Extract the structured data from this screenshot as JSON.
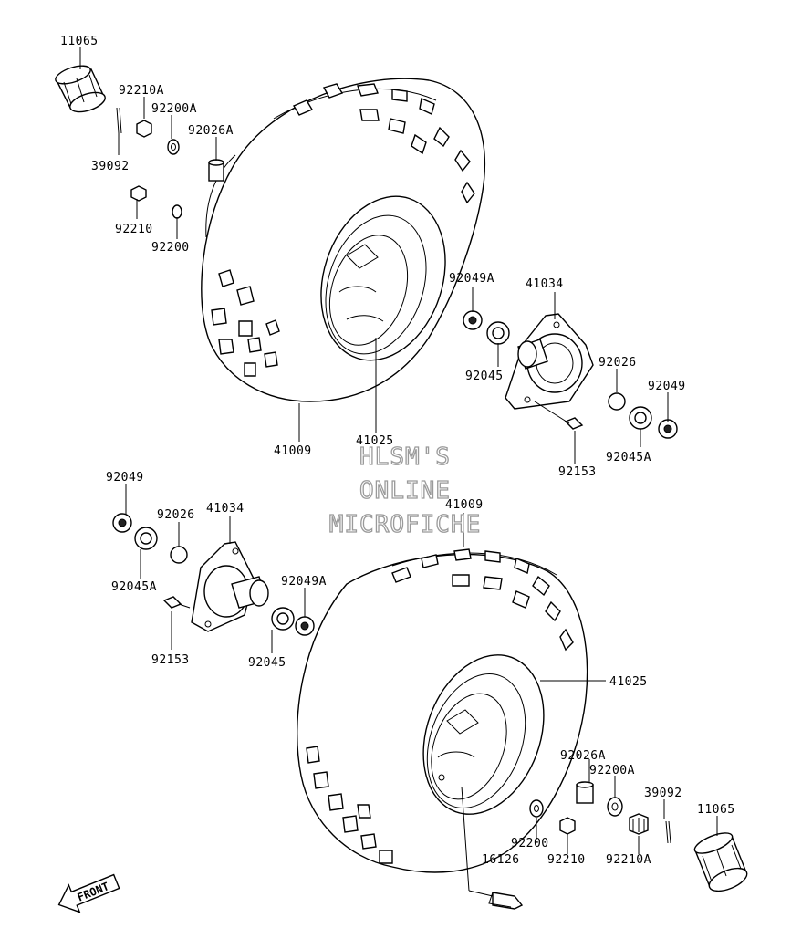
{
  "labels": {
    "top_left_cap": "11065",
    "top_nut_a": "92210A",
    "top_washer_a": "92200A",
    "top_cotter": "39092",
    "top_spacer_a": "92026A",
    "top_nut": "92210",
    "top_washer": "92200",
    "top_tire": "41009",
    "top_rim": "41025",
    "top_seal_a": "92049A",
    "top_hub": "41034",
    "top_bearing": "92045",
    "top_spacer": "92026",
    "top_seal": "92049",
    "top_bearing_a": "92045A",
    "top_bolt": "92153",
    "bot_seal": "92049",
    "bot_spacer": "92026",
    "bot_hub": "41034",
    "bot_bearing_a": "92045A",
    "bot_bolt": "92153",
    "bot_seal_a": "92049A",
    "bot_bearing": "92045",
    "bot_tire": "41009",
    "bot_rim": "41025",
    "bot_spacer_a": "92026A",
    "bot_washer_a": "92200A",
    "bot_cotter": "39092",
    "bot_cap": "11065",
    "bot_washer": "92200",
    "bot_nut": "92210",
    "bot_nut_a": "92210A",
    "bot_valve": "16126"
  },
  "watermark": {
    "line1": "HLSM'S",
    "line2": "ONLINE",
    "line3": "MICROFICHE"
  },
  "front_arrow": "FRONT"
}
